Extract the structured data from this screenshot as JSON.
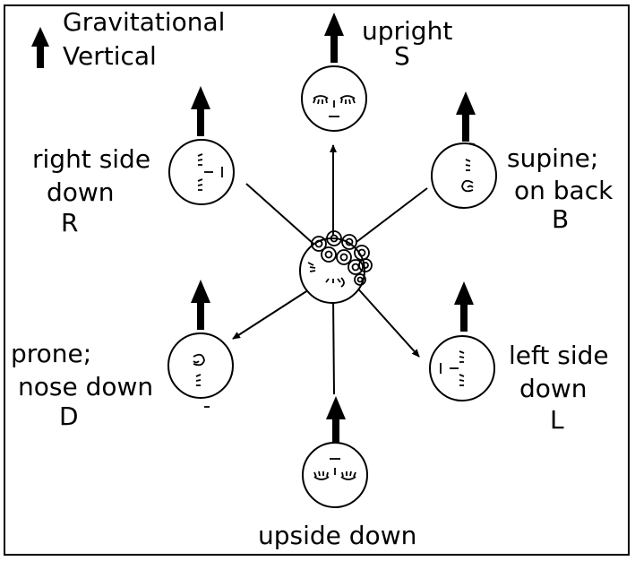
{
  "legend": {
    "line1": "Gravitational",
    "line2": "Vertical"
  },
  "positions": {
    "upright": {
      "line1": "upright",
      "line2": "S"
    },
    "right_side_down": {
      "line1": "right side",
      "line2": "down",
      "line3": "R"
    },
    "supine": {
      "line1": "supine;",
      "line2": "on back",
      "line3": "B"
    },
    "prone": {
      "line1": "prone;",
      "line2": "nose down",
      "line3": "D"
    },
    "left_side_down": {
      "line1": "left side",
      "line2": "down",
      "line3": "L"
    },
    "upside_down": {
      "line1": "upside down"
    }
  },
  "colors": {
    "ink": "#000000",
    "background": "#ffffff"
  }
}
